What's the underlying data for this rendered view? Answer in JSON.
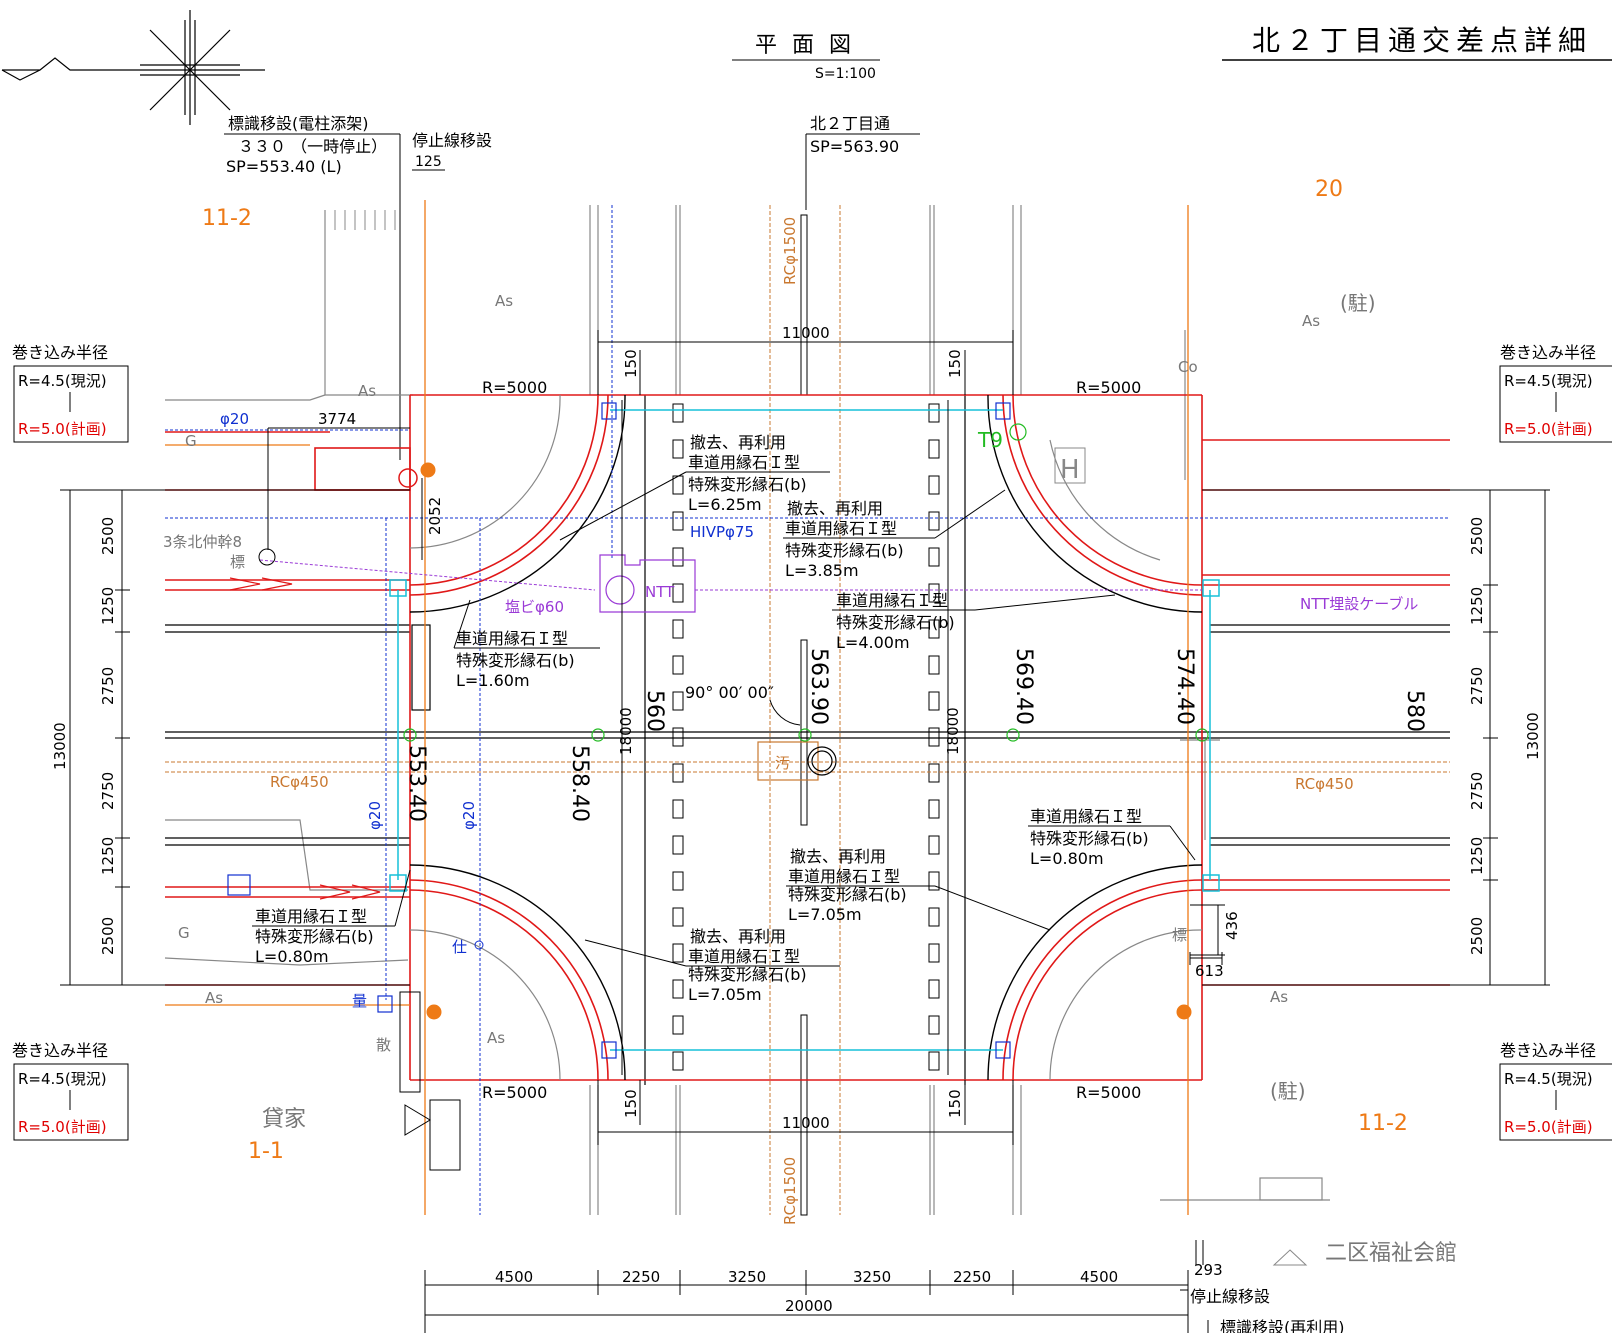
{
  "sheet": {
    "title": "北２丁目通交差点詳細",
    "plan_label": "平 面 図",
    "scale": "S=1:100"
  },
  "road_top": {
    "name": "北２丁目通",
    "sp": "SP=563.90"
  },
  "sign_relocation": {
    "title": "標識移設(電柱添架)",
    "code": "３３０ （一時停止）",
    "sp": "SP=553.40 (L)"
  },
  "stop_line": {
    "label": "停止線移設",
    "dim_top": "125",
    "dim_bottom": "293"
  },
  "sign_relocation_bottom": "標識移設(再利用)",
  "lot_labels": [
    "11-2",
    "20",
    "1-1",
    "11-2"
  ],
  "surface_labels": {
    "as": "As",
    "co": "Co",
    "parking": "(駐)",
    "g": "G",
    "rental": "貸家",
    "hall": "二区福祉会館"
  },
  "turn_radius": {
    "title": "巻き込み半径",
    "current": "R=4.5(現況)",
    "planned": "R=5.0(計画)"
  },
  "curve_radius": "R=5000",
  "curb_notes": {
    "remove_reuse": "撤去、再利用",
    "type1": "車道用縁石Ｉ型",
    "special": "特殊変形縁石(b)",
    "len_625": "L=6.25m",
    "len_385": "L=3.85m",
    "len_400": "L=4.00m",
    "len_160": "L=1.60m",
    "len_080": "L=0.80m",
    "len_705": "L=7.05m"
  },
  "utilities": {
    "phi20": "φ20",
    "hivp": "HIVPφ75",
    "pvc": "塩ビφ60",
    "ntt": "NTT",
    "ntt_cable": "NTT埋設ケーブル",
    "rc1500": "RCφ1500",
    "rc450": "RCφ450",
    "branch": "3条北仲幹8",
    "sign": "標",
    "sewer": "汚",
    "shi": "仕",
    "meter": "量",
    "scatter": "散",
    "t9": "T9"
  },
  "angle": "90° 00′ 00″",
  "elevations": [
    "553.40",
    "558.40",
    "560",
    "563.90",
    "569.40",
    "574.40",
    "580"
  ],
  "dimensions": {
    "d11000": "11000",
    "d150": "150",
    "d3774": "3774",
    "d2052": "2052",
    "d2500": "2500",
    "d1250": "1250",
    "d2750": "2750",
    "d13000": "13000",
    "d18000": "18000",
    "d4500": "4500",
    "d2250": "2250",
    "d3250": "3250",
    "d20000": "20000",
    "d436": "436",
    "d613": "613"
  },
  "colors": {
    "curb": "#e01818",
    "water": "#1030d0",
    "telecom": "#9a3ad6",
    "sewer": "#c97830",
    "gas": "#ee7a16",
    "cyan": "#16c0d8"
  }
}
